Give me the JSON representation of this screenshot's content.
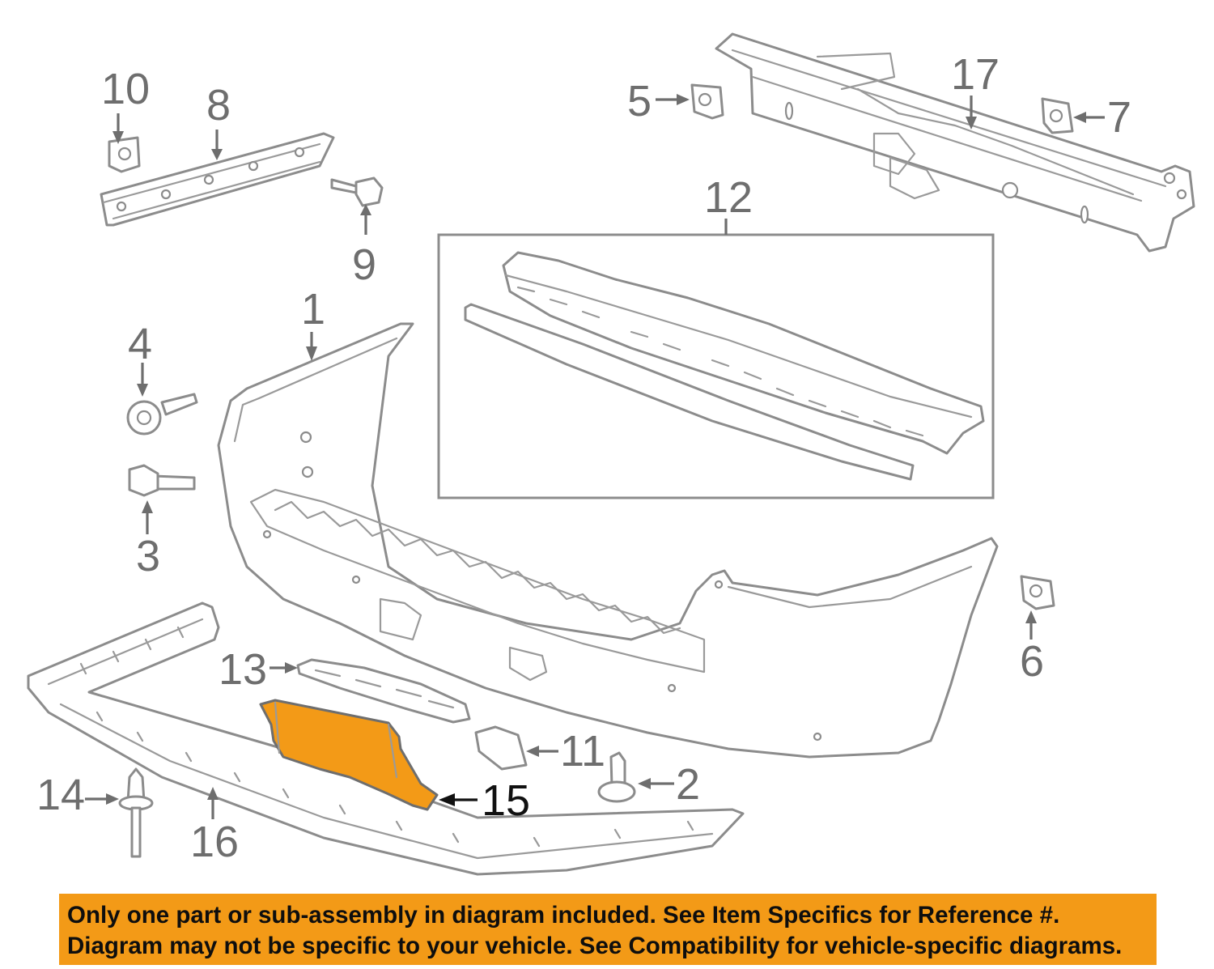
{
  "callouts": {
    "c1": "1",
    "c2": "2",
    "c3": "3",
    "c4": "4",
    "c5": "5",
    "c6": "6",
    "c7": "7",
    "c8": "8",
    "c9": "9",
    "c10": "10",
    "c11": "11",
    "c12": "12",
    "c13": "13",
    "c14": "14",
    "c15": "15",
    "c16": "16",
    "c17": "17"
  },
  "highlighted_part": "15",
  "colors": {
    "highlight": "#f39a17",
    "line": "#8c8c8c",
    "banner": "#f39a17"
  },
  "notice": {
    "line1": "Only one part or sub-assembly in diagram included. See Item Specifics for Reference #.",
    "line2": "Diagram may not be specific to your vehicle. See Compatibility for vehicle-specific diagrams."
  }
}
